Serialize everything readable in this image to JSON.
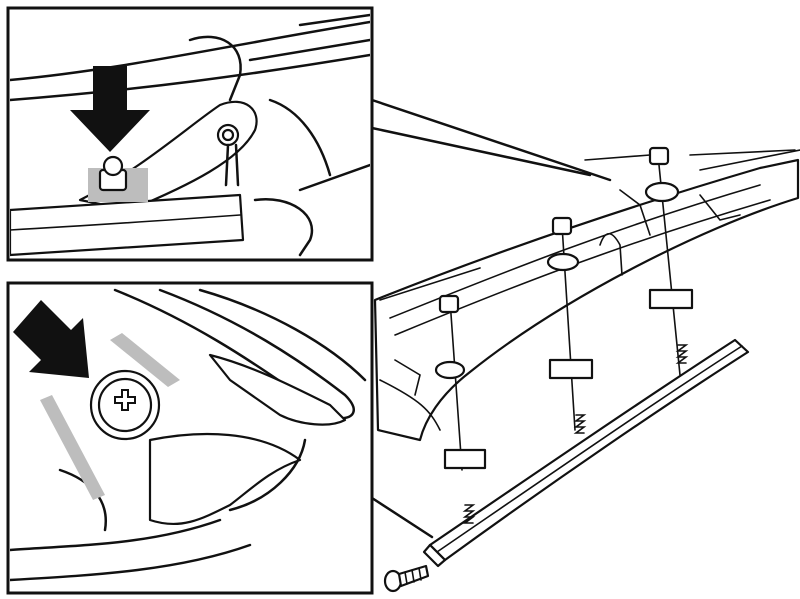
{
  "figure": {
    "subject": "windshield-wiper-cowl-panel-assembly",
    "detail_views": [
      "clip-detail-top",
      "screw-detail-bottom"
    ],
    "colors": {
      "line": "#111111",
      "highlight": "#bdbdbd",
      "background": "#ffffff"
    },
    "icons": [
      "arrow-down-icon",
      "arrow-diagonal-icon",
      "screw-icon",
      "nut-icon",
      "clip-icon"
    ]
  }
}
